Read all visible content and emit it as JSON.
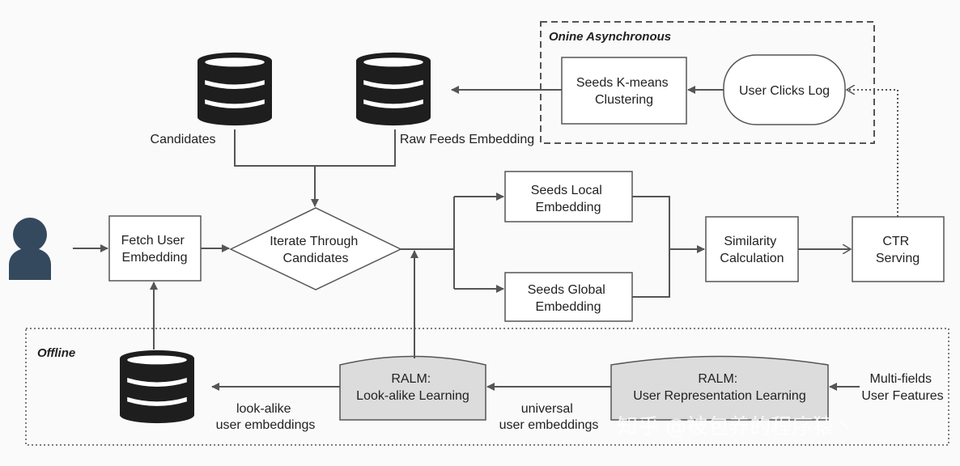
{
  "groups": {
    "online": "Onine Asynchronous",
    "offline": "Offline"
  },
  "nodes": {
    "candidates": "Candidates",
    "raw_feeds": "Raw Feeds Embedding",
    "kmeans": [
      "Seeds K-means",
      "Clustering"
    ],
    "clicks_log": "User Clicks Log",
    "fetch_user": [
      "Fetch User",
      "Embedding"
    ],
    "iterate": [
      "Iterate Through",
      "Candidates"
    ],
    "seeds_local": [
      "Seeds Local",
      "Embedding"
    ],
    "seeds_global": [
      "Seeds Global",
      "Embedding"
    ],
    "similarity": [
      "Similarity",
      "Calculation"
    ],
    "ctr": [
      "CTR",
      "Serving"
    ],
    "ralm_lookalike": [
      "RALM:",
      "Look-alike Learning"
    ],
    "ralm_user_rep": [
      "RALM:",
      "User Representation Learning"
    ],
    "multi_fields": [
      "Multi-fields",
      "User Features"
    ],
    "universal_emb": [
      "universal",
      "user embeddings"
    ],
    "lookalike_emb": [
      "look-alike",
      "user embeddings"
    ]
  },
  "icons": {
    "user": "user-icon",
    "database": "database-icon"
  },
  "colors": {
    "line": "#555555",
    "box_border": "#555555",
    "box_fill": "#ffffff",
    "ralm_fill": "#dcdcdc",
    "db_fill": "#1e1e1e",
    "user_fill": "#34495e"
  },
  "watermark": "知乎 @被包养的程序猿丶"
}
